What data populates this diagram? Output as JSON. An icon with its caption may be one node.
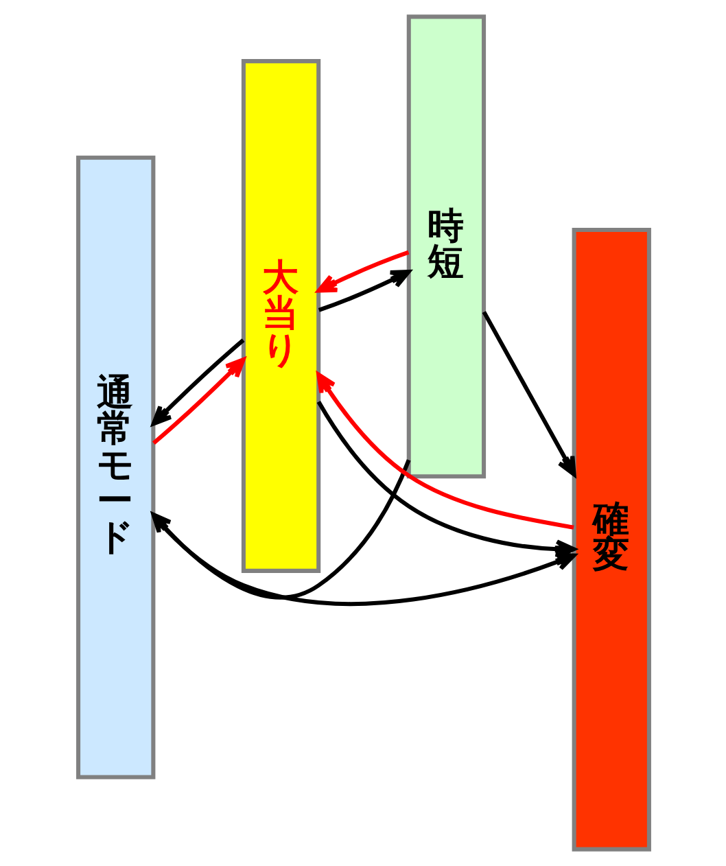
{
  "diagram": {
    "nodes": [
      {
        "text": [
          "通常モード"
        ]
      },
      {
        "text": [
          "大当り"
        ]
      },
      {
        "text": [
          "時短"
        ]
      },
      {
        "text": [
          "確変"
        ]
      }
    ],
    "edges": [
      {
        "from": 0,
        "to": 3,
        "arrow": "to"
      },
      {
        "from": 3,
        "to": 1,
        "arrow": "to",
        "color": "#ff0000"
      },
      {
        "from": 1,
        "to": 3,
        "arrow": "to"
      },
      {
        "from": 0,
        "to": 1,
        "arrow": "to",
        "color": "#ff0000"
      },
      {
        "from": 2,
        "to": 1,
        "arrow": "to",
        "color": "#ff0000"
      },
      {
        "from": 1,
        "to": 0,
        "arrow": "to"
      },
      {
        "from": 1,
        "to": 2,
        "arrow": "to"
      },
      {
        "from": 2,
        "to": 3,
        "arrow": "to"
      },
      {
        "from": 2,
        "to": 0,
        "arrow": "to"
      }
    ]
  }
}
